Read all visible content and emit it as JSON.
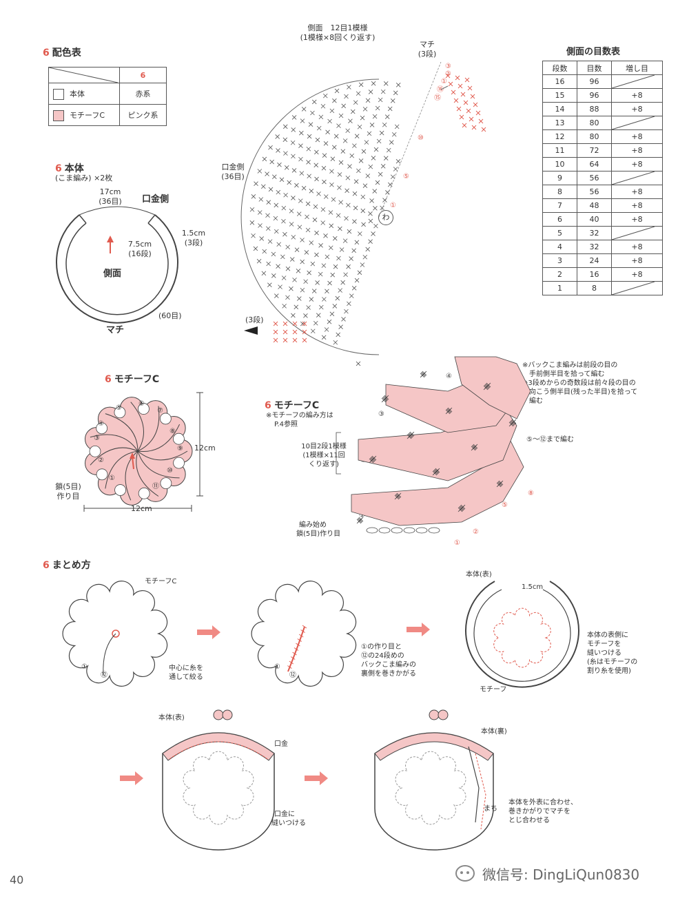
{
  "colors": {
    "pink": "#f5c6c6",
    "accent": "#e05a4e",
    "line": "#444444",
    "stitch": "#555555"
  },
  "color_table": {
    "title_num": "6",
    "title": "配色表",
    "header": "6",
    "rows": [
      {
        "part": "本体",
        "color": "赤系",
        "swatch": "#ffffff"
      },
      {
        "part": "モチーフC",
        "color": "ピンク系",
        "swatch": "#f5c6c6"
      }
    ]
  },
  "body_diagram": {
    "title_num": "6",
    "title": "本体",
    "subtitle": "(こま編み) ×2枚",
    "width_label": "17cm",
    "width_stitches": "(36目)",
    "kuchigane_side": "口金側",
    "radius_label": "7.5cm",
    "radius_rows": "(16段)",
    "gusset_width": "1.5cm",
    "gusset_rows": "(3段)",
    "side_label": "側面",
    "machi_label": "マチ",
    "machi_stitches": "(60目)"
  },
  "stitch_chart": {
    "side_label": "側面",
    "repeat_line1": "12目1模様",
    "repeat_line2": "(1模様×8回くり返す)",
    "machi_label": "マチ",
    "machi_rows": "(3段)",
    "kuchigane_side": "口金側",
    "kuchigane_stitches": "(36目)",
    "bottom_rows": "(3段)",
    "ring_label": "わ",
    "row_markers": [
      "③",
      "②",
      "①",
      "⑯",
      "⑮",
      "⑩",
      "⑤",
      "①"
    ]
  },
  "count_table": {
    "title": "側面の目数表",
    "headers": [
      "段数",
      "目数",
      "増し目"
    ],
    "rows": [
      [
        "16",
        "96",
        ""
      ],
      [
        "15",
        "96",
        "+8"
      ],
      [
        "14",
        "88",
        "+8"
      ],
      [
        "13",
        "80",
        ""
      ],
      [
        "12",
        "80",
        "+8"
      ],
      [
        "11",
        "72",
        "+8"
      ],
      [
        "10",
        "64",
        "+8"
      ],
      [
        "9",
        "56",
        ""
      ],
      [
        "8",
        "56",
        "+8"
      ],
      [
        "7",
        "48",
        "+8"
      ],
      [
        "6",
        "40",
        "+8"
      ],
      [
        "5",
        "32",
        ""
      ],
      [
        "4",
        "32",
        "+8"
      ],
      [
        "3",
        "24",
        "+8"
      ],
      [
        "2",
        "16",
        "+8"
      ],
      [
        "1",
        "8",
        ""
      ]
    ]
  },
  "motif_flower": {
    "title_num": "6",
    "title": "モチーフC",
    "petal_numbers": [
      "①",
      "②",
      "③",
      "④",
      "⑤",
      "⑥",
      "⑦",
      "⑧",
      "⑨",
      "⑩",
      "⑪"
    ],
    "height_label": "12cm",
    "width_label": "12cm",
    "chain_line1": "鎖(5目)",
    "chain_line2": "作り目"
  },
  "motif_chart": {
    "title_num": "6",
    "title": "モチーフC",
    "ref_line1": "※モチーフの編み方は",
    "ref_line2": "P.4参照",
    "repeat_line1": "10目2段1模様",
    "repeat_line2": "(1模様×11回",
    "repeat_line3": "くり返す)",
    "start_line1": "編み始め",
    "start_line2": "鎖(5目)作り目",
    "note_line1": "※バックこま編みは前段の目の",
    "note_line2": "手前側半目を拾って編む",
    "note_line3": "※3段めからの奇数段は前々段の目の",
    "note_line4": "向こう側半目(残った半目)を拾って",
    "note_line5": "編む",
    "continue_label": "⑤～⑫まで編む",
    "row_left": [
      "④",
      "③",
      "②",
      "①"
    ],
    "row_right": [
      "⑧",
      "⑤",
      "②",
      "①"
    ]
  },
  "assembly": {
    "title_num": "6",
    "title": "まとめ方",
    "step1_motif_label": "モチーフC",
    "step1_num_a": "①",
    "step1_num_b": "⑫",
    "step1_note1": "中心に糸を",
    "step1_note2": "通して絞る",
    "step2_note1": "①の作り目と",
    "step2_note2": "⑫の24段めの",
    "step2_note3": "バックこま編みの",
    "step2_note4": "裏側を巻きかがる",
    "step2_num_a": "①",
    "step2_num_b": "⑫",
    "step3_body_label": "本体(表)",
    "step3_width": "1.5cm",
    "step3_motif_label": "モチーフ",
    "step3_note1": "本体の表側に",
    "step3_note2": "モチーフを",
    "step3_note3": "縫いつける",
    "step3_note4": "(糸はモチーフの",
    "step3_note5": "割り糸を使用)",
    "step4_body_label": "本体(表)",
    "step4_frame_label": "口金",
    "step4_note1": "口金に",
    "step4_note2": "縫いつける",
    "step5_body_label": "本体(裏)",
    "step5_machi_label": "まち",
    "step5_note1": "本体を外表に合わせ、",
    "step5_note2": "巻きかがりでマチを",
    "step5_note3": "とじ合わせる"
  },
  "footer": {
    "page_number": "40",
    "watermark": "微信号: DingLiQun0830"
  }
}
